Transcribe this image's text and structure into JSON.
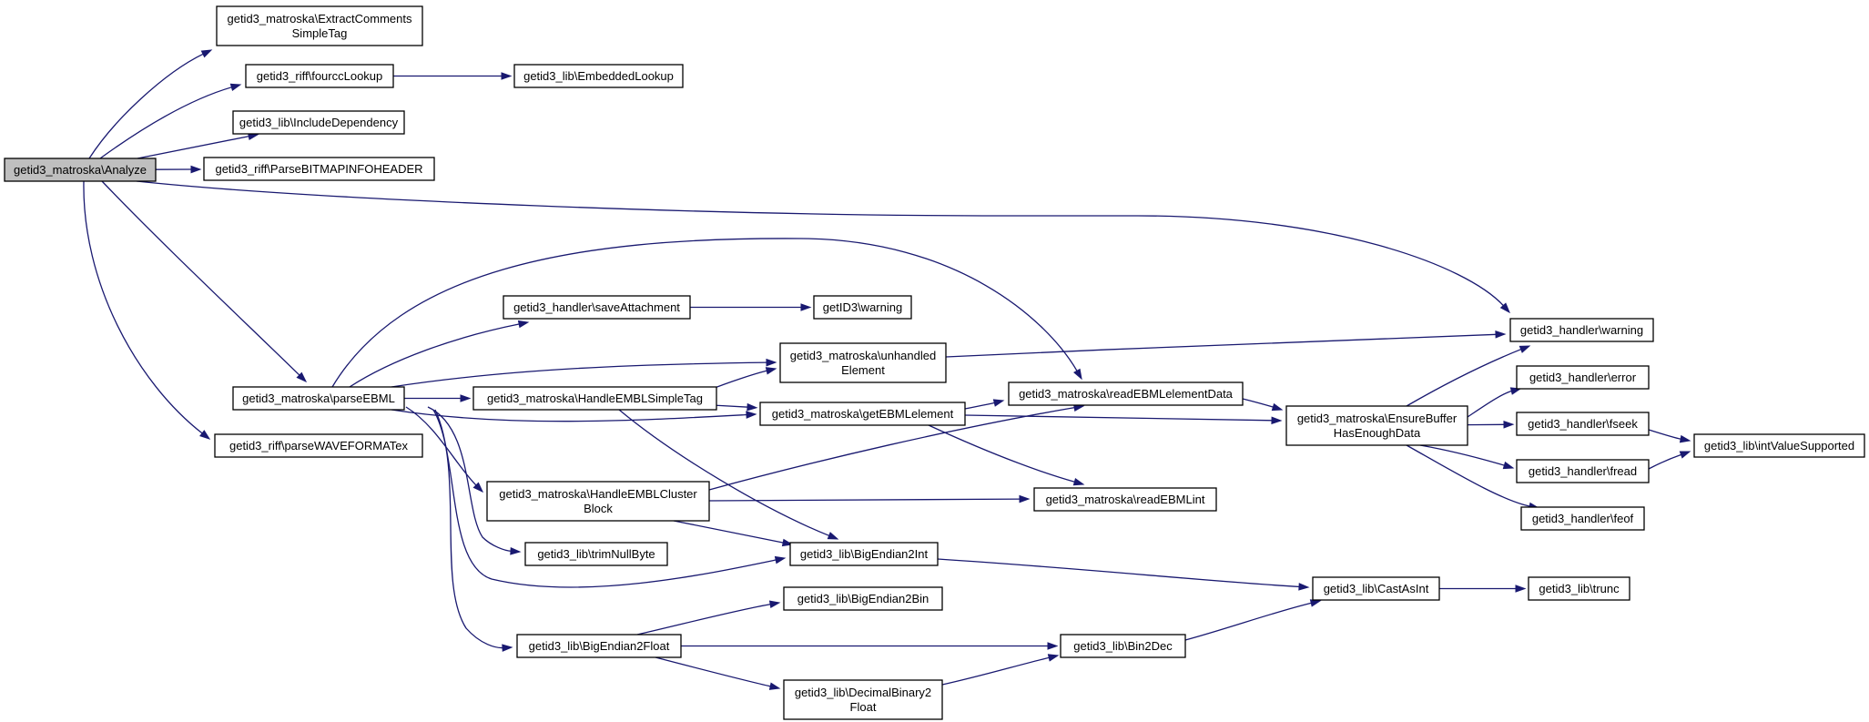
{
  "graph": {
    "root": "analyze",
    "colors": {
      "edge": "#191970",
      "node_fill": "#ffffff",
      "root_fill": "#bfbfbf",
      "border": "#000000"
    },
    "nodes": [
      {
        "id": "analyze",
        "lines": [
          "getid3_matroska\\Analyze"
        ]
      },
      {
        "id": "extractComments",
        "lines": [
          "getid3_matroska\\ExtractComments",
          "SimpleTag"
        ]
      },
      {
        "id": "fourcc",
        "lines": [
          "getid3_riff\\fourccLookup"
        ]
      },
      {
        "id": "embedded",
        "lines": [
          "getid3_lib\\EmbeddedLookup"
        ]
      },
      {
        "id": "includeDep",
        "lines": [
          "getid3_lib\\IncludeDependency"
        ]
      },
      {
        "id": "parseBitmap",
        "lines": [
          "getid3_riff\\ParseBITMAPINFOHEADER"
        ]
      },
      {
        "id": "parseEBML",
        "lines": [
          "getid3_matroska\\parseEBML"
        ]
      },
      {
        "id": "parseWave",
        "lines": [
          "getid3_riff\\parseWAVEFORMATex"
        ]
      },
      {
        "id": "saveAttach",
        "lines": [
          "getid3_handler\\saveAttachment"
        ]
      },
      {
        "id": "getID3warn",
        "lines": [
          "getID3\\warning"
        ]
      },
      {
        "id": "unhandled",
        "lines": [
          "getid3_matroska\\unhandled",
          "Element"
        ]
      },
      {
        "id": "simpleTag",
        "lines": [
          "getid3_matroska\\HandleEMBLSimpleTag"
        ]
      },
      {
        "id": "getEBML",
        "lines": [
          "getid3_matroska\\getEBMLelement"
        ]
      },
      {
        "id": "readData",
        "lines": [
          "getid3_matroska\\readEBMLelementData"
        ]
      },
      {
        "id": "clusterBlock",
        "lines": [
          "getid3_matroska\\HandleEMBLCluster",
          "Block"
        ]
      },
      {
        "id": "readInt",
        "lines": [
          "getid3_matroska\\readEBMLint"
        ]
      },
      {
        "id": "trimNull",
        "lines": [
          "getid3_lib\\trimNullByte"
        ]
      },
      {
        "id": "big2int",
        "lines": [
          "getid3_lib\\BigEndian2Int"
        ]
      },
      {
        "id": "big2bin",
        "lines": [
          "getid3_lib\\BigEndian2Bin"
        ]
      },
      {
        "id": "big2float",
        "lines": [
          "getid3_lib\\BigEndian2Float"
        ]
      },
      {
        "id": "decBin",
        "lines": [
          "getid3_lib\\DecimalBinary2",
          "Float"
        ]
      },
      {
        "id": "bin2dec",
        "lines": [
          "getid3_lib\\Bin2Dec"
        ]
      },
      {
        "id": "castInt",
        "lines": [
          "getid3_lib\\CastAsInt"
        ]
      },
      {
        "id": "trunc",
        "lines": [
          "getid3_lib\\trunc"
        ]
      },
      {
        "id": "ensure",
        "lines": [
          "getid3_matroska\\EnsureBuffer",
          "HasEnoughData"
        ]
      },
      {
        "id": "hwarn",
        "lines": [
          "getid3_handler\\warning"
        ]
      },
      {
        "id": "herror",
        "lines": [
          "getid3_handler\\error"
        ]
      },
      {
        "id": "hfseek",
        "lines": [
          "getid3_handler\\fseek"
        ]
      },
      {
        "id": "hfread",
        "lines": [
          "getid3_handler\\fread"
        ]
      },
      {
        "id": "hfeof",
        "lines": [
          "getid3_handler\\feof"
        ]
      },
      {
        "id": "intVal",
        "lines": [
          "getid3_lib\\intValueSupported"
        ]
      }
    ],
    "edges": [
      {
        "from": "analyze",
        "to": "extractComments"
      },
      {
        "from": "analyze",
        "to": "fourcc"
      },
      {
        "from": "analyze",
        "to": "includeDep"
      },
      {
        "from": "analyze",
        "to": "parseBitmap"
      },
      {
        "from": "analyze",
        "to": "hwarn"
      },
      {
        "from": "analyze",
        "to": "parseEBML"
      },
      {
        "from": "analyze",
        "to": "parseWave"
      },
      {
        "from": "fourcc",
        "to": "embedded"
      },
      {
        "from": "parseEBML",
        "to": "saveAttach"
      },
      {
        "from": "parseEBML",
        "to": "readData"
      },
      {
        "from": "parseEBML",
        "to": "unhandled"
      },
      {
        "from": "parseEBML",
        "to": "simpleTag"
      },
      {
        "from": "parseEBML",
        "to": "getEBML"
      },
      {
        "from": "parseEBML",
        "to": "clusterBlock"
      },
      {
        "from": "parseEBML",
        "to": "trimNull"
      },
      {
        "from": "parseEBML",
        "to": "big2int"
      },
      {
        "from": "parseEBML",
        "to": "big2float"
      },
      {
        "from": "saveAttach",
        "to": "getID3warn"
      },
      {
        "from": "simpleTag",
        "to": "unhandled"
      },
      {
        "from": "simpleTag",
        "to": "getEBML"
      },
      {
        "from": "simpleTag",
        "to": "big2int"
      },
      {
        "from": "getEBML",
        "to": "readData"
      },
      {
        "from": "getEBML",
        "to": "ensure"
      },
      {
        "from": "getEBML",
        "to": "readInt"
      },
      {
        "from": "clusterBlock",
        "to": "readData"
      },
      {
        "from": "clusterBlock",
        "to": "readInt"
      },
      {
        "from": "clusterBlock",
        "to": "big2int"
      },
      {
        "from": "unhandled",
        "to": "hwarn"
      },
      {
        "from": "readData",
        "to": "ensure"
      },
      {
        "from": "ensure",
        "to": "hwarn"
      },
      {
        "from": "ensure",
        "to": "herror"
      },
      {
        "from": "ensure",
        "to": "hfseek"
      },
      {
        "from": "ensure",
        "to": "hfread"
      },
      {
        "from": "ensure",
        "to": "hfeof"
      },
      {
        "from": "hfseek",
        "to": "intVal"
      },
      {
        "from": "hfread",
        "to": "intVal"
      },
      {
        "from": "big2int",
        "to": "castInt"
      },
      {
        "from": "castInt",
        "to": "trunc"
      },
      {
        "from": "big2float",
        "to": "big2bin"
      },
      {
        "from": "big2float",
        "to": "bin2dec"
      },
      {
        "from": "big2float",
        "to": "decBin"
      },
      {
        "from": "decBin",
        "to": "bin2dec"
      },
      {
        "from": "bin2dec",
        "to": "castInt"
      }
    ]
  }
}
